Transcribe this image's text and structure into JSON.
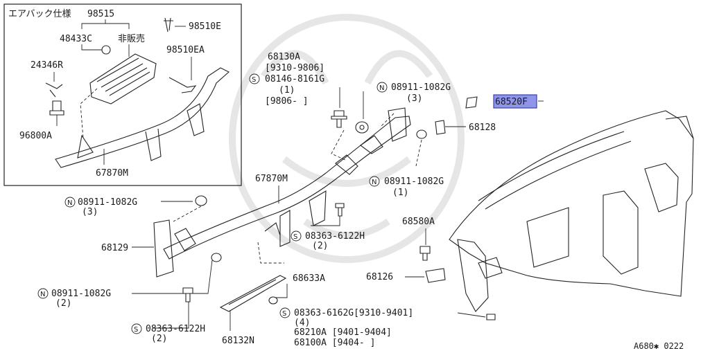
{
  "inset": {
    "title": "エアバック仕様",
    "part_98515": "98515",
    "part_48433c": "48433C",
    "not_sold": "非販売",
    "part_98510e": "98510E",
    "part_98510ea": "98510EA",
    "part_24346r": "24346R",
    "part_96800a": "96800A",
    "part_67870m": "67870M"
  },
  "labels": {
    "p68130a": "68130A",
    "p68130a_range": "[9310-9806]",
    "p08146": "08146-8161G",
    "p08146_qty": "(1)",
    "p08146_range": "[9806-     ]",
    "p08911_top": "08911-1082G",
    "p08911_top_qty": "(3)",
    "p68520f": "68520F",
    "p68128": "68128",
    "p67870m": "67870M",
    "p08911_mid": "08911-1082G",
    "p08911_mid_qty": "(1)",
    "p08911_left": "08911-1082G",
    "p08911_left_qty": "(3)",
    "p08363_mid": "08363-6122H",
    "p08363_mid_qty": "(2)",
    "p68580a": "68580A",
    "p68129": "68129",
    "p68633a": "68633A",
    "p68126": "68126",
    "p08911_low": "08911-1082G",
    "p08911_low_qty": "(2)",
    "p08363_bot": "08363-6162G[9310-9401]",
    "p08363_bot_qty": "(4)",
    "p68210a": "68210A [9401-9404]",
    "p68100a": "68100A [9404-     ]",
    "p08363_left": "08363-6122H",
    "p08363_left_qty": "(2)",
    "p68132n": "68132N",
    "diagram_code": "A680✱ 0222"
  },
  "symbols": {
    "nut": "N",
    "screw": "S"
  },
  "colors": {
    "highlight": "#8f95e8",
    "line": "#222222",
    "watermark": "#e6e6e6"
  }
}
